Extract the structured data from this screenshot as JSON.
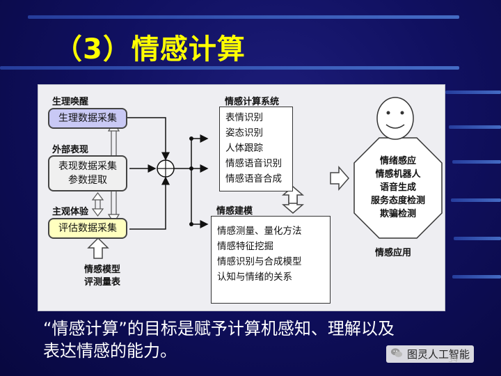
{
  "title": "（3）情感计算",
  "diagram": {
    "group_physiological": "生理唤醒",
    "box_physiological": "生理数据采集",
    "group_external": "外部表现",
    "box_external_line1": "表现数据采集",
    "box_external_line2": "参数提取",
    "group_subjective": "主观体验",
    "box_subjective": "评估数据采集",
    "input_line1": "情感模型",
    "input_line2": "评测量表",
    "system_title": "情感计算系统",
    "system_items": [
      "表情识别",
      "姿态识别",
      "人体跟踪",
      "情感语音识别",
      "情感语音合成"
    ],
    "model_title": "情感建模",
    "model_items": [
      "情感测量、量化方法",
      "情感特征挖掘",
      "情感识别与合成模型",
      "认知与情绪的关系"
    ],
    "app_items": [
      "情绪感应",
      "情感机器人",
      "语音生成",
      "服务态度检测",
      "欺骗检测"
    ],
    "app_caption": "情感应用"
  },
  "caption_line1": "“情感计算”的目标是赋予计算机感知、理解以及",
  "caption_line2": "表达情感的能力。",
  "watermark": "图灵人工智能",
  "page_number": "34",
  "colors": {
    "title": "#ffff00",
    "physio_fill": "#c9c9f5",
    "subjective_fill": "#ffffbf"
  }
}
